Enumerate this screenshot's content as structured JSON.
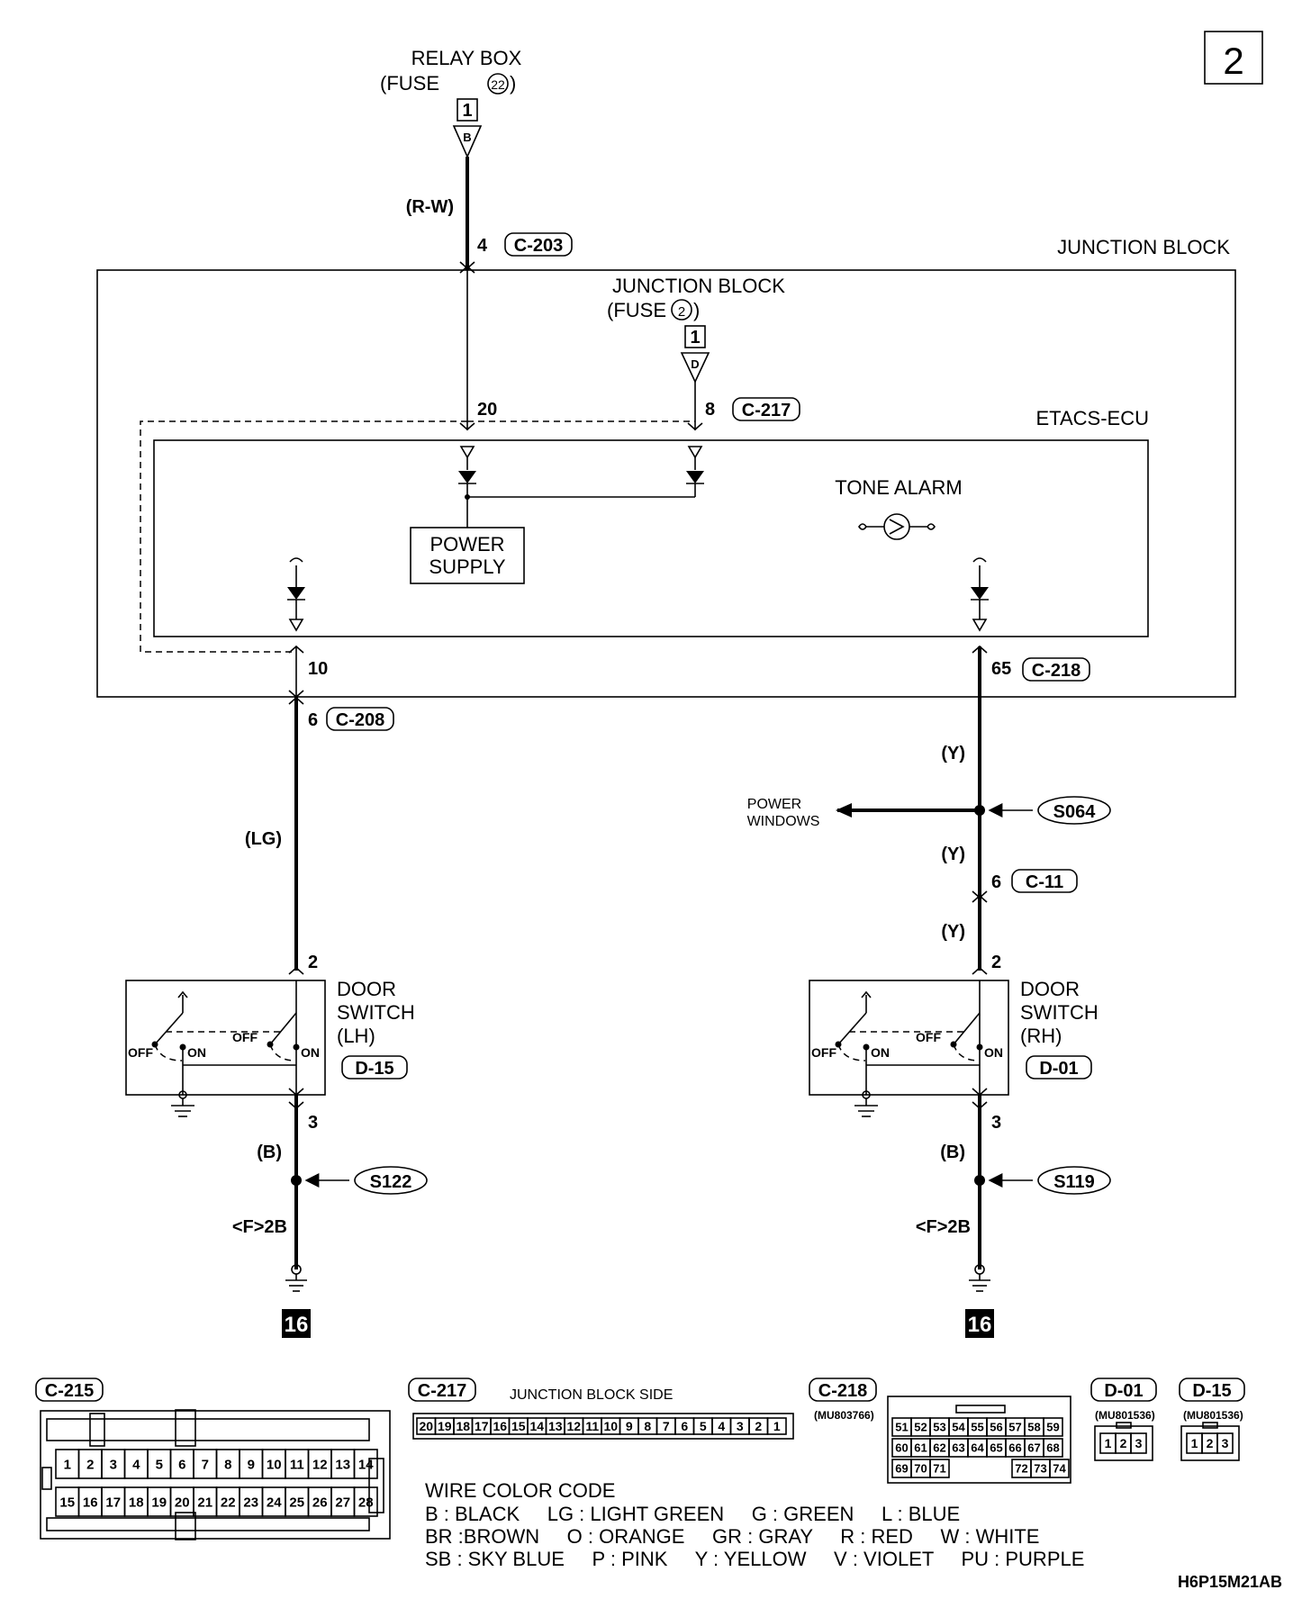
{
  "page_number": "2",
  "relay_box": {
    "line1": "RELAY BOX",
    "line2_prefix": "(FUSE",
    "fuse": "22",
    "line2_suffix": ")",
    "box": "1",
    "tri": "B"
  },
  "top_wire": {
    "color": "(R-W)",
    "pin": "4",
    "connector": "C-203"
  },
  "junction_block": {
    "outer_label": "JUNCTION BLOCK",
    "fuse_line1": "JUNCTION BLOCK",
    "fuse_prefix": "(FUSE",
    "fuse": "2",
    "fuse_suffix": ")",
    "box": "1",
    "tri": "D",
    "pin_left": "20",
    "pin_right": "8",
    "connector": "C-217"
  },
  "etacs": {
    "label": "ETACS-ECU",
    "power_supply": [
      "POWER",
      "SUPPLY"
    ],
    "tone_alarm": "TONE ALARM"
  },
  "left_branch": {
    "pin_ecu": "10",
    "pin_conn": "6",
    "connector": "C-208",
    "wire_color": "(LG)",
    "switch_pin_top": "2",
    "switch_name": [
      "DOOR",
      "SWITCH",
      "(LH)"
    ],
    "switch_conn": "D-15",
    "off": "OFF",
    "on": "ON",
    "switch_pin_bottom": "3",
    "ground_color": "(B)",
    "splice": "S122",
    "ground_point": "<F>2B",
    "ref": "16"
  },
  "right_branch": {
    "pin_ecu": "65",
    "connector": "C-218",
    "wire_color_1": "(Y)",
    "power_windows": [
      "POWER",
      "WINDOWS"
    ],
    "splice_top": "S064",
    "wire_color_2": "(Y)",
    "pin_c11": "6",
    "c11": "C-11",
    "wire_color_3": "(Y)",
    "switch_pin_top": "2",
    "switch_name": [
      "DOOR",
      "SWITCH",
      "(RH)"
    ],
    "switch_conn": "D-01",
    "off": "OFF",
    "on": "ON",
    "switch_pin_bottom": "3",
    "ground_color": "(B)",
    "splice": "S119",
    "ground_point": "<F>2B",
    "ref": "16"
  },
  "connectors": {
    "c215": {
      "label": "C-215",
      "row1": [
        "1",
        "2",
        "3",
        "4",
        "5",
        "6",
        "7",
        "8",
        "9",
        "10",
        "11",
        "12",
        "13",
        "14"
      ],
      "row2": [
        "15",
        "16",
        "17",
        "18",
        "19",
        "20",
        "21",
        "22",
        "23",
        "24",
        "25",
        "26",
        "27",
        "28"
      ]
    },
    "c217": {
      "label": "C-217",
      "side": "JUNCTION BLOCK SIDE",
      "pins": [
        "20",
        "19",
        "18",
        "17",
        "16",
        "15",
        "14",
        "13",
        "12",
        "11",
        "10",
        "9",
        "8",
        "7",
        "6",
        "5",
        "4",
        "3",
        "2",
        "1"
      ]
    },
    "c218": {
      "label": "C-218",
      "part": "(MU803766)",
      "row1": [
        "51",
        "52",
        "53",
        "54",
        "55",
        "56",
        "57",
        "58",
        "59"
      ],
      "row2_left": [
        "60",
        "61",
        "62",
        "63",
        "64",
        "65",
        "66",
        "67",
        "68"
      ],
      "row3_left": [
        "69",
        "70",
        "71"
      ],
      "row3_right": [
        "72",
        "73",
        "74"
      ]
    },
    "d01": {
      "label": "D-01",
      "part": "(MU801536)",
      "pins": [
        "1",
        "2",
        "3"
      ]
    },
    "d15": {
      "label": "D-15",
      "part": "(MU801536)",
      "pins": [
        "1",
        "2",
        "3"
      ]
    }
  },
  "wire_color_code": {
    "title": "WIRE COLOR CODE",
    "line1": "B : BLACK     LG : LIGHT GREEN     G : GREEN     L : BLUE",
    "line2": "BR :BROWN     O : ORANGE     GR : GRAY     R : RED     W : WHITE",
    "line3": "SB : SKY BLUE     P : PINK     Y : YELLOW     V : VIOLET     PU : PURPLE"
  },
  "doc_code": "H6P15M21AB"
}
